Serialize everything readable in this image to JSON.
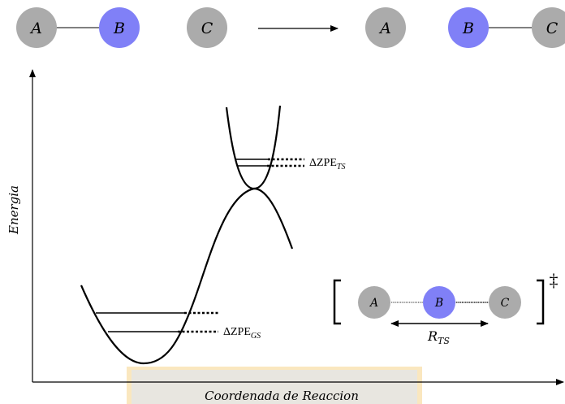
{
  "colors": {
    "atom_gray": "#ababab",
    "atom_blue": "#8080f7",
    "line": "#000000",
    "watermark": "#f6d48a"
  },
  "top_row": {
    "reactants": [
      "A",
      "B",
      "C"
    ],
    "products": [
      "A",
      "B",
      "C"
    ]
  },
  "axes": {
    "y_label": "Energia",
    "x_label": "Coordenada de Reaccion"
  },
  "annotations": {
    "dzpe_ts": "ΔZPE",
    "dzpe_ts_sub": "TS",
    "dzpe_gs": "ΔZPE",
    "dzpe_gs_sub": "GS"
  },
  "transition_state": {
    "atoms": [
      "A",
      "B",
      "C"
    ],
    "distance_label": "R",
    "distance_sub": "TS",
    "double_dagger": "‡"
  }
}
